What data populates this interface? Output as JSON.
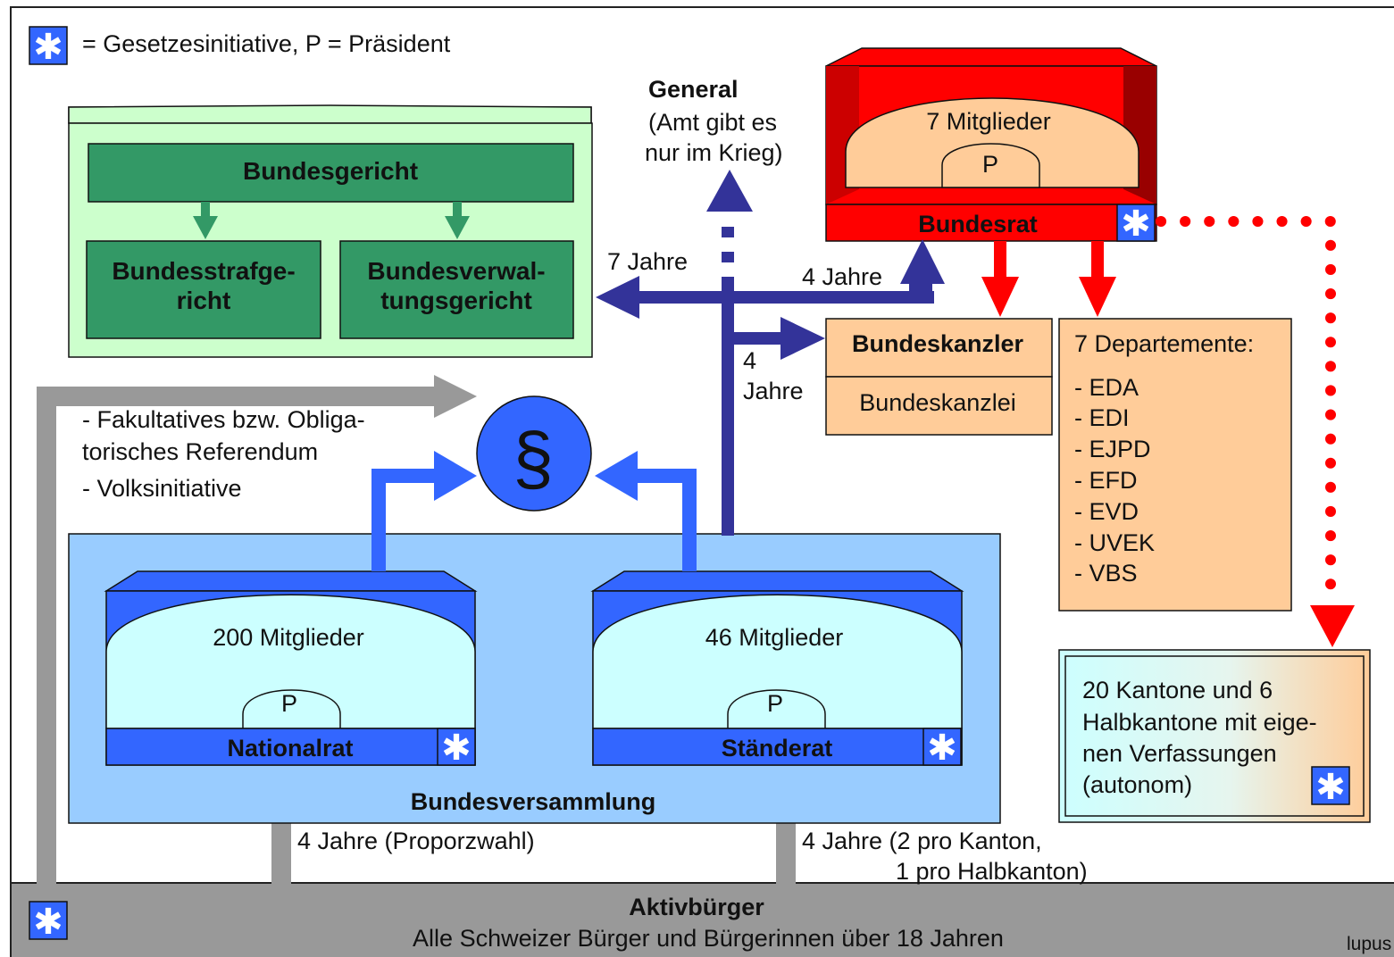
{
  "legend": {
    "text": "= Gesetzesinitiative, P = Präsident",
    "icon": "star-icon"
  },
  "general": {
    "title": "General",
    "line1": "(Amt gibt es",
    "line2": "nur im Krieg)"
  },
  "bundesrat": {
    "members": "7 Mitglieder",
    "president": "P",
    "name": "Bundesrat"
  },
  "gericht": {
    "main": "Bundesgericht",
    "left_line1": "Bundesstrafge-",
    "left_line2": "richt",
    "right_line1": "Bundesverwal-",
    "right_line2": "tungsgericht"
  },
  "terms": {
    "gericht": "7 Jahre",
    "bundesrat": "4 Jahre",
    "kanzler_num": "4",
    "kanzler_unit": "Jahre",
    "nationalrat": "4 Jahre (Proporzwahl)",
    "staenderat_line1": "4 Jahre (2 pro Kanton,",
    "staenderat_line2": "1 pro Halbkanton)"
  },
  "kanzler": {
    "title": "Bundeskanzler",
    "office": "Bundeskanzlei"
  },
  "departemente": {
    "title": "7 Departemente:",
    "items": [
      "- EDA",
      "- EDI",
      "- EJPD",
      "- EFD",
      "- EVD",
      "- UVEK",
      "- VBS"
    ]
  },
  "referendum": {
    "line1": "- Fakultatives bzw. Obliga-",
    "line2": "torisches Referendum",
    "line3": "- Volksinitiative"
  },
  "law_symbol": "§",
  "versammlung": {
    "name": "Bundesversammlung",
    "nationalrat": {
      "members": "200 Mitglieder",
      "president": "P",
      "name": "Nationalrat"
    },
    "staenderat": {
      "members": "46 Mitglieder",
      "president": "P",
      "name": "Ständerat"
    }
  },
  "kantone": {
    "line1": "20 Kantone und 6",
    "line2": "Halbkantone mit eige-",
    "line3": "nen Verfassungen",
    "line4": "(autonom)"
  },
  "buerger": {
    "title": "Aktivbürger",
    "subtitle": "Alle Schweizer Bürger und Bürgerinnen über 18 Jahren"
  },
  "credit": "lupus",
  "colors": {
    "court_dark": "#339966",
    "court_light": "#ccffcc",
    "government_red": "#ff0000",
    "peach": "#ffcc99",
    "assembly_light": "#99ccff",
    "assembly_blue": "#3366ff",
    "chamber_inner": "#ccffff",
    "navy_arrow": "#333399",
    "citizen_gray": "#999999",
    "dotted_red": "#ff0000"
  }
}
